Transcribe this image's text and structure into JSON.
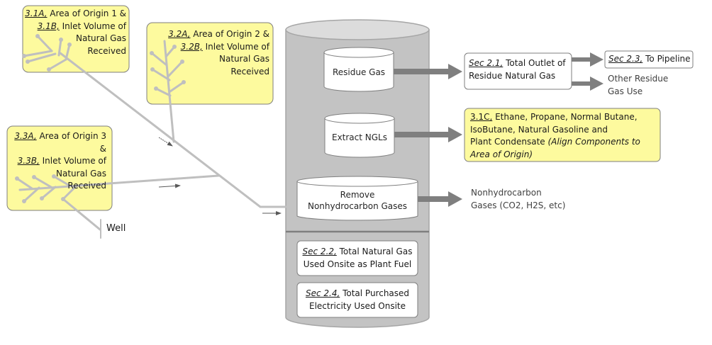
{
  "areas": [
    {
      "ref_a": "3.1A,",
      "text_a": " Area of Origin 1 &",
      "ref_b": "3.1B,",
      "text_b": " Inlet Volume of",
      "line3": "Natural Gas",
      "line4": "Received"
    },
    {
      "ref_a": "3.2A,",
      "text_a": " Area of Origin 2 &",
      "ref_b": "3.2B,",
      "text_b": " Inlet Volume of",
      "line3": "Natural Gas",
      "line4": "Received"
    },
    {
      "ref_a": "3.3A,",
      "text_a": " Area of Origin 3 &",
      "ref_b": "3.3B,",
      "text_b": " Inlet Volume of",
      "line3": "Natural Gas",
      "line4": "Received"
    }
  ],
  "well_label": "Well",
  "plant": {
    "processes": [
      {
        "line1": "Residue Gas",
        "line2": ""
      },
      {
        "line1": "Extract NGLs",
        "line2": ""
      },
      {
        "line1": "Remove",
        "line2": "Nonhydrocarbon Gases"
      }
    ],
    "onsite": [
      {
        "ref": "Sec 2.2,",
        "text": " Total Natural Gas",
        "line2": "Used Onsite as Plant Fuel"
      },
      {
        "ref": "Sec 2.4,",
        "text": " Total Purchased",
        "line2": "Electricity Used Onsite"
      }
    ]
  },
  "outputs": {
    "residue_total": {
      "ref": "Sec 2.1,",
      "text": " Total Outlet of",
      "line2": "Residue Natural Gas"
    },
    "pipeline": {
      "ref": "Sec 2.3,",
      "text": " To Pipeline"
    },
    "other_residue": {
      "line1": "Other Residue",
      "line2": "Gas Use"
    },
    "ngl": {
      "ref": "3.1C,",
      "text": " Ethane, Propane, Normal Butane,",
      "line2": "IsoButane, Natural Gasoline and",
      "line3_plain": "Plant Condensate ",
      "line3_italic": "(Align Components to",
      "line4_italic": "Area of Origin)"
    },
    "nonhydrocarbon": {
      "line1": "Nonhydrocarbon",
      "line2": "Gases (CO2, H2S, etc)"
    }
  },
  "colors": {
    "highlight_yellow": "#fdfa9e",
    "plant_gray": "#c3c3c3",
    "pipe_gray": "#bfbfbf",
    "arrow_gray": "#7f7f7f"
  }
}
